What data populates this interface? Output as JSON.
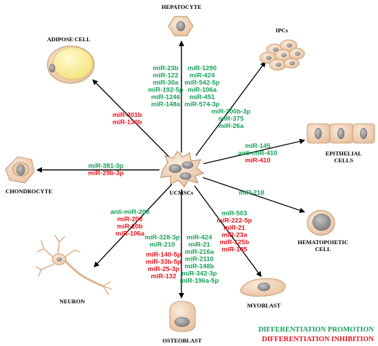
{
  "colors": {
    "promotion": "#1aa05a",
    "inhibition": "#e8141e",
    "arrow": "#000000",
    "cell_fill": "#f3d9bf",
    "cell_edge": "#c8a07a",
    "nucleus": "#9a9a9a",
    "adipose_lipid": "#fbf08a"
  },
  "center": {
    "label": "UCMSCs"
  },
  "cells": {
    "hepatocyte": "HEPATOCYTE",
    "adipose": "ADIPOSE CELL",
    "ipcs": "IPCs",
    "epithelial_line1": "EPITHELIAL",
    "epithelial_line2": "CELLS",
    "chondrocyte": "CHONDROCYTE",
    "hematopoietic_line1": "HEMATOPOIETIC",
    "hematopoietic_line2": "CELL",
    "neuron": "NEURON",
    "myoblast": "MYOBLAST",
    "osteoblast": "OSTEOBLAST"
  },
  "mirnas": {
    "hepatocyte": [
      {
        "text": "miR-23b",
        "effect": "promotion"
      },
      {
        "text": "miR-122",
        "effect": "promotion"
      },
      {
        "text": "miR-30a",
        "effect": "promotion"
      },
      {
        "text": "miR-192-5p",
        "effect": "promotion"
      },
      {
        "text": "miR-1246",
        "effect": "promotion"
      },
      {
        "text": "miR-148a",
        "effect": "promotion"
      },
      {
        "text": "miR-1290",
        "effect": "promotion"
      },
      {
        "text": "miR-424",
        "effect": "promotion"
      },
      {
        "text": "miR-542-5p",
        "effect": "promotion"
      },
      {
        "text": "miR-106a",
        "effect": "promotion"
      },
      {
        "text": "miR-451",
        "effect": "promotion"
      },
      {
        "text": "miR-574-3p",
        "effect": "promotion"
      }
    ],
    "adipose": [
      {
        "text": "miR-301b",
        "effect": "inhibition"
      },
      {
        "text": "miR-130b",
        "effect": "inhibition"
      }
    ],
    "ipcs": [
      {
        "text": "miR-200b-3p",
        "effect": "promotion"
      },
      {
        "text": "miR-375",
        "effect": "promotion"
      },
      {
        "text": "miR-26a",
        "effect": "promotion"
      }
    ],
    "epithelial": [
      {
        "text": "miR-145",
        "effect": "promotion"
      },
      {
        "text": "anti-miR-410",
        "effect": "promotion"
      },
      {
        "text": "miR-410",
        "effect": "inhibition"
      }
    ],
    "chondrocyte": [
      {
        "text": "miR-381-3p",
        "effect": "promotion"
      },
      {
        "text": "miR-29b-3p",
        "effect": "inhibition"
      }
    ],
    "hematopoietic": [
      {
        "text": "miR-218",
        "effect": "promotion"
      }
    ],
    "neuron": [
      {
        "text": "anti-miR-203",
        "effect": "promotion"
      },
      {
        "text": "miR-203",
        "effect": "inhibition"
      },
      {
        "text": "miR-20b",
        "effect": "inhibition"
      },
      {
        "text": "miR-106a",
        "effect": "inhibition"
      }
    ],
    "myoblast": [
      {
        "text": "miR-503",
        "effect": "promotion"
      },
      {
        "text": "miR-222-5p",
        "effect": "inhibition"
      },
      {
        "text": "miR-21",
        "effect": "inhibition"
      },
      {
        "text": "miR-23a",
        "effect": "inhibition"
      },
      {
        "text": "miR-125b",
        "effect": "inhibition"
      },
      {
        "text": "miR-145",
        "effect": "inhibition"
      }
    ],
    "osteoblast": [
      {
        "text": "miR-328-3p",
        "effect": "promotion"
      },
      {
        "text": "miR-210",
        "effect": "promotion"
      },
      {
        "text": "miR-140-5p",
        "effect": "inhibition"
      },
      {
        "text": "miR-33b-5p",
        "effect": "inhibition"
      },
      {
        "text": "miR-25-3p",
        "effect": "inhibition"
      },
      {
        "text": "miR-132",
        "effect": "inhibition"
      },
      {
        "text": "miR-424",
        "effect": "promotion"
      },
      {
        "text": "miR-21",
        "effect": "promotion"
      },
      {
        "text": "miR-216a",
        "effect": "promotion"
      },
      {
        "text": "miR-2110",
        "effect": "promotion"
      },
      {
        "text": "miR-148b",
        "effect": "promotion"
      },
      {
        "text": "miR-342-3p",
        "effect": "promotion"
      },
      {
        "text": "miR-196a-5p",
        "effect": "promotion"
      }
    ]
  },
  "legend": {
    "promotion": "DIFFERENTIATION PROMOTION",
    "inhibition": "DIFFERENTIATION INHIBITION"
  }
}
